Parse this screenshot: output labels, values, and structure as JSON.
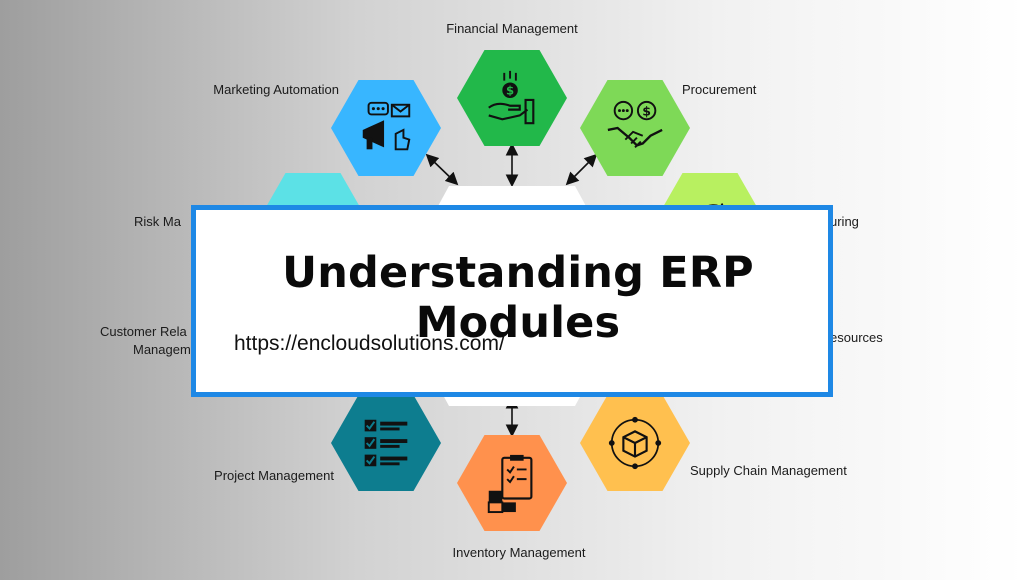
{
  "title": "Understanding ERP Modules",
  "url": "https://encloudsolutions.com/",
  "modules": {
    "financial": {
      "label": "Financial Management",
      "color": "#22b84a",
      "icon": "money-hand-icon"
    },
    "procurement": {
      "label": "Procurement",
      "color": "#7ed957",
      "icon": "handshake-icon"
    },
    "manufacturing": {
      "label": "uring",
      "color": "#b8f060",
      "icon": "manufacturing-icon"
    },
    "human_resources": {
      "label": "esources",
      "color": "#d0d0d0",
      "icon": "people-icon"
    },
    "supply_chain": {
      "label": "Supply Chain Management",
      "color": "#ffc04f",
      "icon": "box-network-icon"
    },
    "inventory": {
      "label": "Inventory Management",
      "color": "#ff914d",
      "icon": "clipboard-boxes-icon"
    },
    "project": {
      "label": "Project Management",
      "color": "#0d7d8f",
      "icon": "checklist-icon"
    },
    "crm_line1": "Customer Rela",
    "crm_line2": "Managem",
    "crm": {
      "color": "#c8c8c8",
      "icon": "crm-icon"
    },
    "risk": {
      "label": "Risk Ma",
      "color": "#5ce1e6",
      "icon": "fingerprint-icon"
    },
    "marketing": {
      "label": "Marketing Automation",
      "color": "#38b6ff",
      "icon": "megaphone-icon"
    }
  }
}
